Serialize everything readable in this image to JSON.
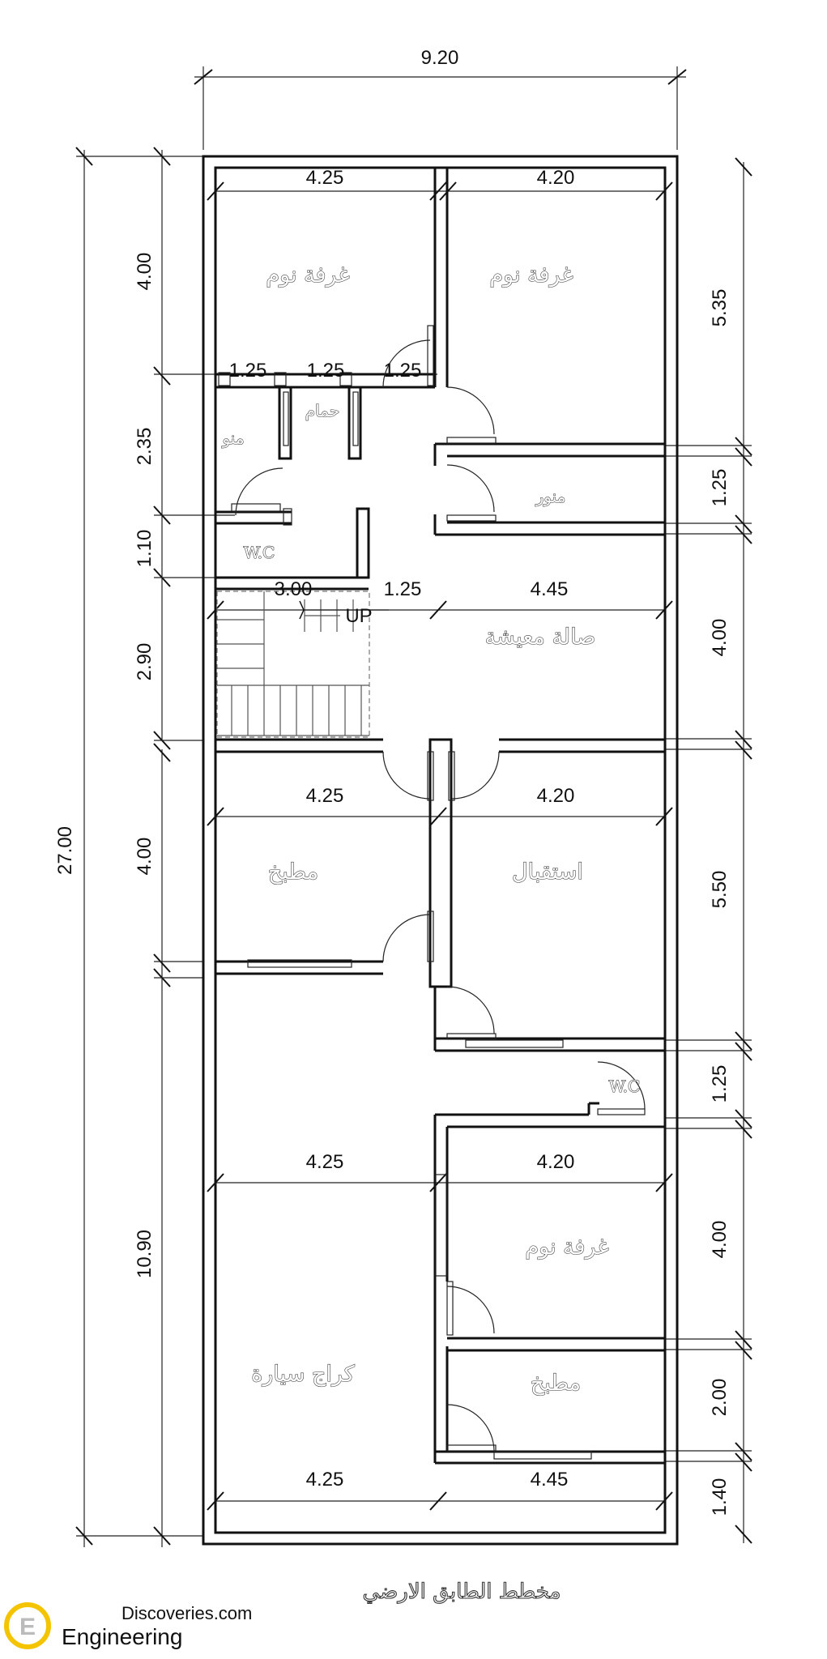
{
  "plan_title": "مخطط الطابق الارضي",
  "overall": {
    "width": "9.20",
    "length": "27.00"
  },
  "left_dims": [
    "4.00",
    "2.35",
    "1.10",
    "2.90",
    "4.00",
    "10.90"
  ],
  "right_dims": [
    "5.35",
    "1.25",
    "4.00",
    "5.50",
    "1.25",
    "4.00",
    "2.00",
    "1.40"
  ],
  "horizontal_dims": {
    "top_left": "4.25",
    "top_right": "4.20",
    "bath_a": "1.25",
    "bath_b": "1.25",
    "bath_c": "1.25",
    "stair": "3.00",
    "stair_gap": "1.25",
    "living": "4.45",
    "kitchen": "4.25",
    "reception": "4.20",
    "garage": "4.25",
    "bedroom3": "4.20",
    "bottom_left": "4.25",
    "bottom_right": "4.45"
  },
  "rooms": {
    "bedroom1": "غرفة نوم",
    "bedroom2": "غرفة نوم",
    "bath": "حمام",
    "shaft_left": "منو",
    "shaft_right": "منور",
    "wc1": "W.C",
    "stair_up": "UP",
    "living": "صالة معيشة",
    "kitchen1": "مطبخ",
    "reception": "استقبال",
    "wc2": "W.C",
    "bedroom3": "غرفة نوم",
    "garage": "كراج سيارة",
    "kitchen2": "مطبخ"
  },
  "watermark": {
    "line1": "Discoveries.com",
    "line2": "Engineering",
    "letter": "E"
  }
}
